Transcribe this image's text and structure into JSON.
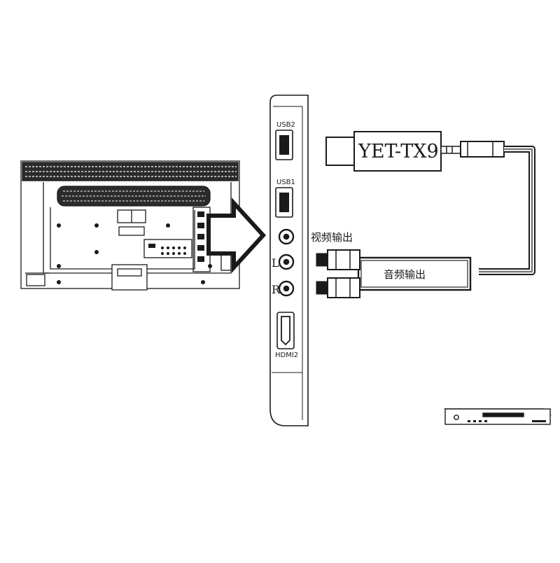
{
  "panel": {
    "usb2_label": "USB2",
    "usb1_label": "USB1",
    "video_out_label": "视频输出",
    "left_label": "L",
    "right_label": "R",
    "hdmi2_label": "HDMI2"
  },
  "transmitter": {
    "model_label": "YET-TX9"
  },
  "cable": {
    "audio_out_label": "音频输出"
  },
  "colors": {
    "line": "#1a1a1a",
    "cable": "#7a7a7a",
    "background": "#ffffff"
  }
}
